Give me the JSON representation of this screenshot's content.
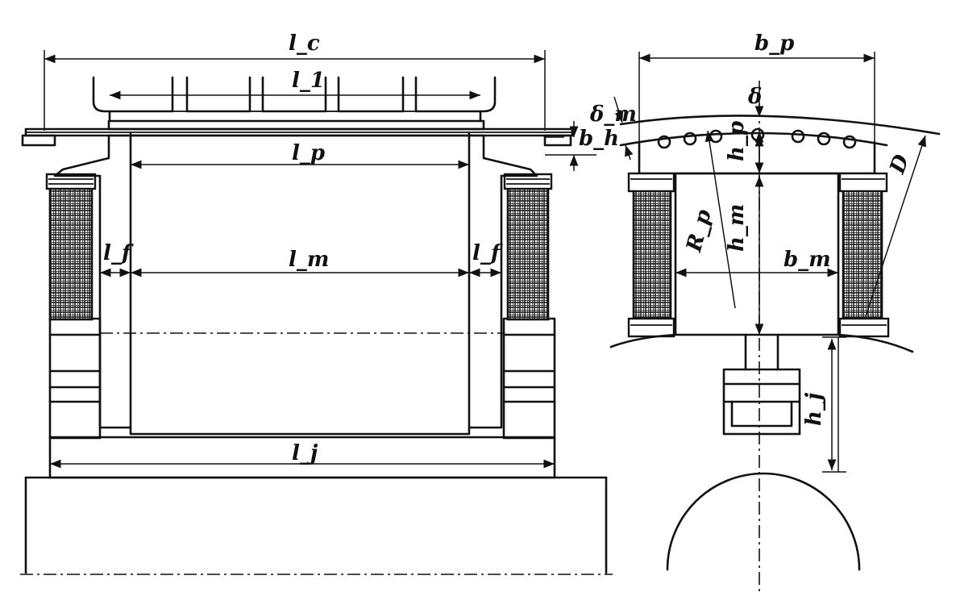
{
  "labels": {
    "lc": "l_c",
    "l1": "l_1",
    "lp": "l_p",
    "lm": "l_m",
    "lf_left": "l_f",
    "lf_right": "l_f",
    "lj": "l_j",
    "bh": "b_h",
    "bp": "b_p",
    "delta": "δ",
    "delta_m": "δ_m",
    "hp": "h_p",
    "D": "D",
    "Rp": "R_p",
    "hm": "h_m",
    "bm": "b_m",
    "hj": "h_j"
  }
}
